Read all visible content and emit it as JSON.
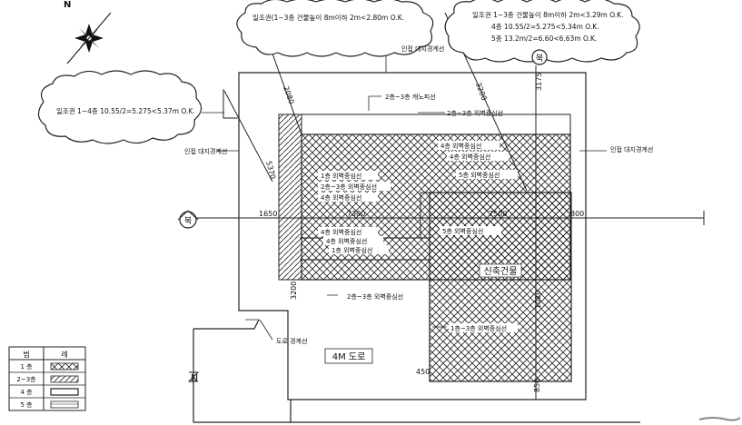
{
  "clouds": {
    "left": "일조권 1~4층  10.55/2=5.275<5.37m O.K.",
    "top_mid": "일조권(1~3층  건물높이 8m이하 2m<2.80m O.K.",
    "top_right_1": "일조권 1~3층  건물높이 8m이하 2m<3.29m O.K.",
    "top_right_2": "4층  10.55/2=5.275<5.34m O.K.",
    "top_right_3": "5층  13.2m/2=6.60<6.63m O.K."
  },
  "labels": {
    "adjacent_boundary_top": "인접 대지경계선",
    "adjacent_boundary_left": "인접 대지경계선",
    "adjacent_boundary_right": "인접 대지경계선",
    "canopy_line": "2층~3층 캐노피선",
    "outer_wall_23_top": "2층~3층 외벽중심선",
    "outer_wall_4_a": "4층 외벽중심선",
    "outer_wall_4_b": "4층 외벽중심선",
    "outer_wall_5_a": "5층 외벽중심선",
    "outer_wall_1_a": "1층 외벽중심선",
    "outer_wall_23_a": "2층~3층 외벽중심선",
    "outer_wall_4_c": "4층 외벽중심선",
    "outer_wall_5_b": "5층 외벽중심선",
    "outer_wall_4_d": "4층 외벽중심선",
    "outer_wall_4_e": "4층 외벽중심선",
    "outer_wall_1_b": "1층 외벽중심선",
    "outer_wall_23_bottom": "2층~3층 외벽중심선",
    "outer_wall_13": "1층~3층 외벽중심선",
    "new_building": "신축건물",
    "road_boundary": "도로 경계선",
    "road": "4M 도로"
  },
  "dimensions": {
    "d2080": "2080",
    "d3200_top": "3200",
    "d3175": "3175",
    "d5370": "5370",
    "d1650": "1650",
    "d7300": "7300",
    "d7500": "7500",
    "d800": "800",
    "d3200_left": "3200",
    "d1020": "1020",
    "d450": "450",
    "d850": "850"
  },
  "north_markers": {
    "north_top": "북",
    "north_left": "북"
  },
  "legend": {
    "header_floor": "범",
    "header_symbol": "례",
    "rows": [
      "1 층",
      "2~3층",
      "4 층",
      "5 층"
    ]
  },
  "compass_letter": "N",
  "colors": {
    "ink": "#111111",
    "paper": "#ffffff"
  }
}
